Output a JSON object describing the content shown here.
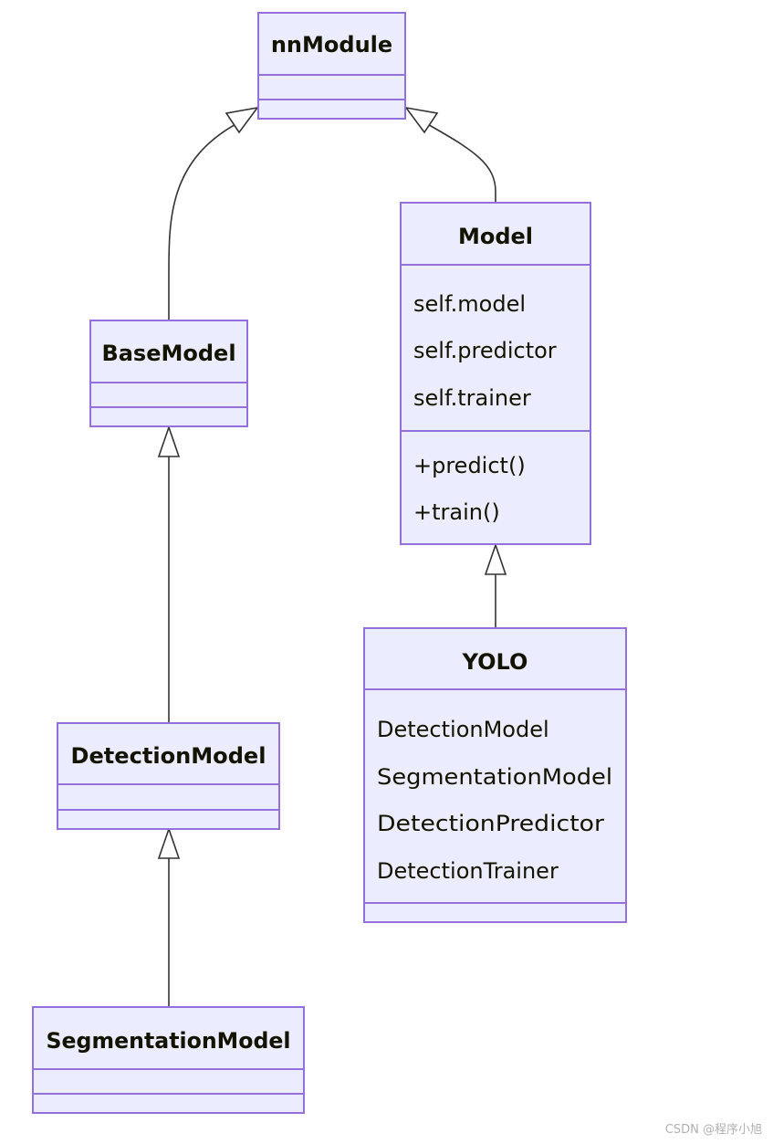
{
  "diagram": {
    "type": "uml-class-diagram",
    "colors": {
      "box_fill": "#ececff",
      "box_stroke": "#9370db",
      "edge": "#333333",
      "text": "#131300"
    },
    "classes": [
      {
        "id": "nnModule",
        "name": "nnModule",
        "attributes": [],
        "methods": []
      },
      {
        "id": "Model",
        "name": "Model",
        "attributes": [
          "self.model",
          "self.predictor",
          "self.trainer"
        ],
        "methods": [
          "+predict()",
          "+train()"
        ]
      },
      {
        "id": "BaseModel",
        "name": "BaseModel",
        "attributes": [],
        "methods": []
      },
      {
        "id": "YOLO",
        "name": "YOLO",
        "attributes": [
          "DetectionModel",
          "SegmentationModel",
          "DetectionPredictor",
          "DetectionTrainer"
        ],
        "methods": []
      },
      {
        "id": "DetectionModel",
        "name": "DetectionModel",
        "attributes": [],
        "methods": []
      },
      {
        "id": "SegmentationModel",
        "name": "SegmentationModel",
        "attributes": [],
        "methods": []
      }
    ],
    "relations": [
      {
        "type": "inheritance",
        "child": "BaseModel",
        "parent": "nnModule"
      },
      {
        "type": "inheritance",
        "child": "Model",
        "parent": "nnModule"
      },
      {
        "type": "inheritance",
        "child": "DetectionModel",
        "parent": "BaseModel"
      },
      {
        "type": "inheritance",
        "child": "SegmentationModel",
        "parent": "DetectionModel"
      },
      {
        "type": "inheritance",
        "child": "YOLO",
        "parent": "Model"
      }
    ]
  },
  "watermark": "CSDN @程序小旭"
}
